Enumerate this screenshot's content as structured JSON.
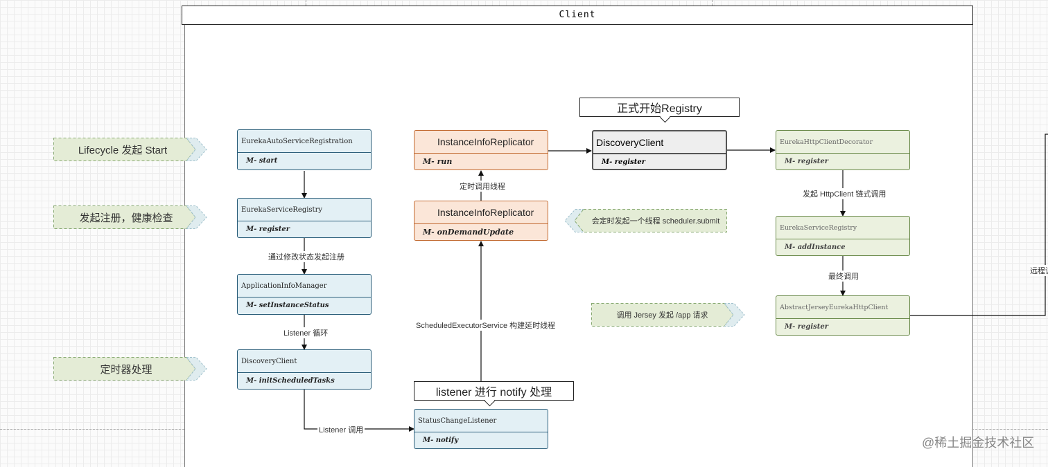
{
  "client_title": "Client",
  "tags": {
    "lifecycle": "Lifecycle 发起 Start",
    "register_health": "发起注册，健康检查",
    "timer": "定时器处理",
    "scheduler_submit": "会定时发起一个线程 scheduler.submit",
    "jersey": "调用 Jersey 发起 /app 请求"
  },
  "notes": {
    "registry_start": "正式开始Registry",
    "listener_notify": "listener 进行 notify 处理"
  },
  "classes": {
    "eureka_auto": {
      "name": "EurekaAutoServiceRegistration",
      "method": "M- start"
    },
    "eureka_service_registry": {
      "name": "EurekaServiceRegistry",
      "method": "M- register"
    },
    "app_info_manager": {
      "name": "ApplicationInfoManager",
      "method": "M- setInstanceStatus"
    },
    "discovery_client_timer": {
      "name": "DiscoveryClient",
      "method": "M- initScheduledTasks"
    },
    "status_change_listener": {
      "name": "StatusChangeListener",
      "method": "M- notify"
    },
    "replicator_run": {
      "name": "InstanceInfoReplicator",
      "method": "M- run"
    },
    "replicator_ondemand": {
      "name": "InstanceInfoReplicator",
      "method": "M- onDemandUpdate"
    },
    "discovery_client_register": {
      "name": "DiscoveryClient",
      "method": "M- register"
    },
    "http_client_decorator": {
      "name": "EurekaHttpClientDecorator",
      "method": "M- register"
    },
    "service_registry_add": {
      "name": "EurekaServiceRegistry",
      "method": "M- addInstance"
    },
    "abstract_jersey": {
      "name": "AbstractJerseyEurekaHttpClient",
      "method": "M- register"
    }
  },
  "edges": {
    "modify_status": "通过修改状态发起注册",
    "listener_loop": "Listener 循环",
    "listener_call": "Listener 调用",
    "executor_service": "ScheduledExecutorService 构建延时线程",
    "timer_thread": "定时调用线程",
    "httpclient_chain": "发起 HttpClient 链式调用",
    "final_call": "最终调用",
    "remote": "远程调"
  },
  "watermark": "@稀土掘金技术社区",
  "colors": {
    "blue_fill": "#e3f0f5",
    "orange_fill": "#fbe6d8",
    "grey_fill": "#eeeeee",
    "green_fill": "#ebf1df",
    "tag_fill": "#e4ecd6",
    "chevron_fill": "#dfecef"
  }
}
